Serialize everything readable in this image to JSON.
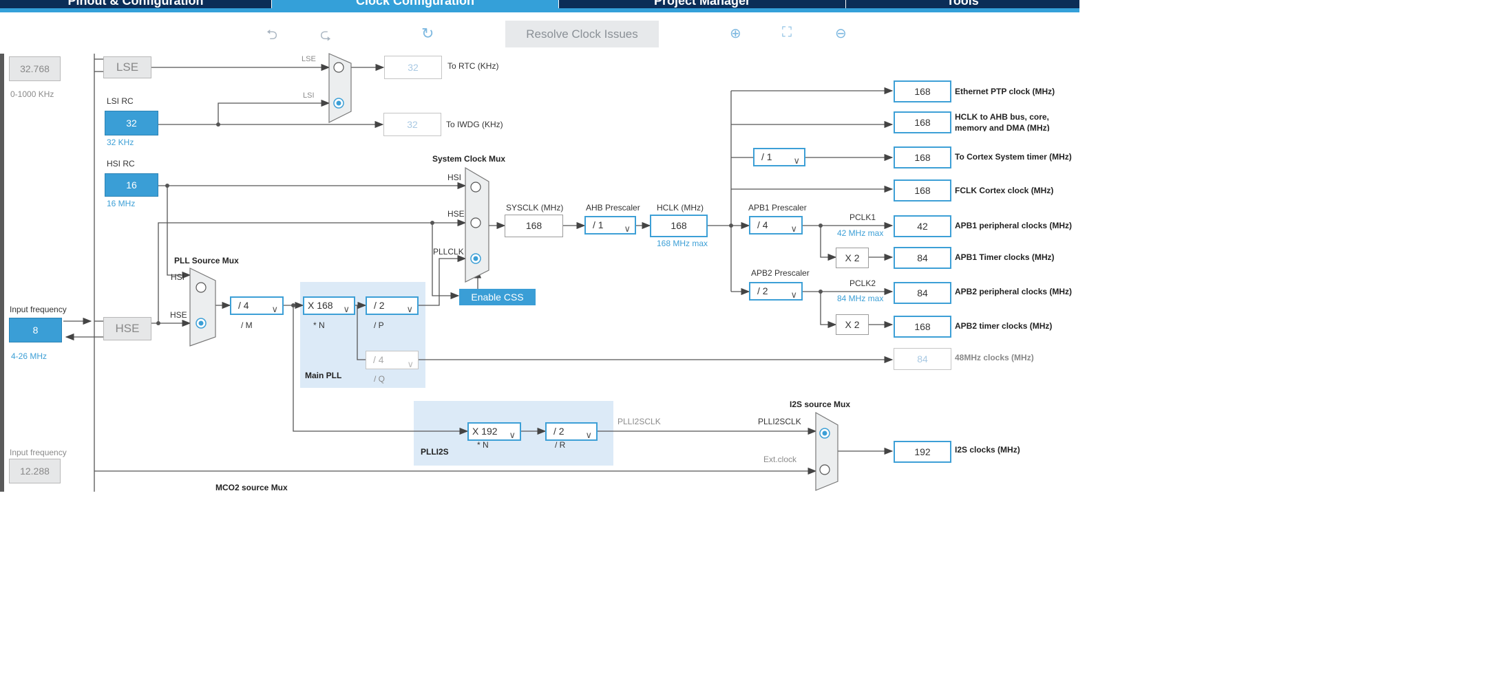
{
  "tabs": [
    {
      "label": "Pinout & Configuration"
    },
    {
      "label": "Clock Configuration",
      "active": true
    },
    {
      "label": "Project Manager"
    },
    {
      "label": "Tools"
    }
  ],
  "toolbar": {
    "resolve_label": "Resolve Clock Issues"
  },
  "lse": {
    "value": "32.768",
    "range": "0-1000 KHz",
    "label": "LSE"
  },
  "lsi": {
    "title": "LSI RC",
    "value": "32",
    "freq": "32 KHz"
  },
  "hsi": {
    "title": "HSI RC",
    "value": "16",
    "freq": "16 MHz"
  },
  "hse_input": {
    "title": "Input frequency",
    "value": "8",
    "range": "4-26 MHz",
    "label": "HSE"
  },
  "i2s_input": {
    "title": "Input frequency",
    "value": "12.288"
  },
  "rtc": {
    "mux_in_lse": "LSE",
    "mux_in_lsi": "LSI",
    "value": "32",
    "label": "To RTC (KHz)"
  },
  "iwdg": {
    "value": "32",
    "label": "To IWDG (KHz)"
  },
  "pll_source_mux": {
    "title": "PLL Source Mux",
    "in_hsi": "HSI",
    "in_hse": "HSE"
  },
  "system_clock_mux": {
    "title": "System Clock Mux",
    "in_hsi": "HSI",
    "in_hse": "HSE",
    "in_pll": "PLLCLK"
  },
  "main_pll": {
    "title": "Main PLL",
    "m": "/ 4",
    "m_label": "/ M",
    "n": "X 168",
    "n_label": "* N",
    "p": "/ 2",
    "p_label": "/ P",
    "q": "/ 4",
    "q_label": "/ Q"
  },
  "enable_css": "Enable CSS",
  "sysclk": {
    "label": "SYSCLK (MHz)",
    "value": "168"
  },
  "ahb": {
    "label": "AHB Prescaler",
    "value": "/ 1"
  },
  "hclk": {
    "label": "HCLK (MHz)",
    "value": "168",
    "max": "168 MHz max"
  },
  "apb1": {
    "label": "APB1 Prescaler",
    "value": "/ 4",
    "pclk": "PCLK1",
    "max": "42 MHz max",
    "mult": "X 2"
  },
  "apb2": {
    "label": "APB2 Prescaler",
    "value": "/ 2",
    "pclk": "PCLK2",
    "max": "84 MHz max",
    "mult": "X 2"
  },
  "cortex_div": "/ 1",
  "outputs": [
    {
      "value": "168",
      "label": "Ethernet PTP clock (MHz)"
    },
    {
      "value": "168",
      "label": "HCLK to AHB bus, core,",
      "label2": "memory and DMA (MHz)"
    },
    {
      "value": "168",
      "label": "To Cortex System timer (MHz)"
    },
    {
      "value": "168",
      "label": "FCLK Cortex clock (MHz)"
    },
    {
      "value": "42",
      "label": "APB1 peripheral clocks (MHz)"
    },
    {
      "value": "84",
      "label": "APB1 Timer clocks (MHz)"
    },
    {
      "value": "84",
      "label": "APB2 peripheral clocks (MHz)"
    },
    {
      "value": "168",
      "label": "APB2 timer clocks (MHz)"
    },
    {
      "value": "84",
      "label": "48MHz clocks (MHz)"
    }
  ],
  "plli2s": {
    "title": "PLLI2S",
    "n": "X 192",
    "n_label": "* N",
    "r": "/ 2",
    "r_label": "/ R",
    "out_label": "PLLI2SCLK"
  },
  "i2s_mux": {
    "title": "I2S source Mux",
    "in_pll": "PLLI2SCLK",
    "in_ext": "Ext.clock",
    "value": "192",
    "label": "I2S clocks (MHz)"
  },
  "mco2": {
    "title": "MCO2 source Mux"
  },
  "colors": {
    "accent": "#34a0d9",
    "nav": "#0b2d57",
    "fill_box": "#3a9ed6",
    "pll_panel": "#dceaf7"
  }
}
